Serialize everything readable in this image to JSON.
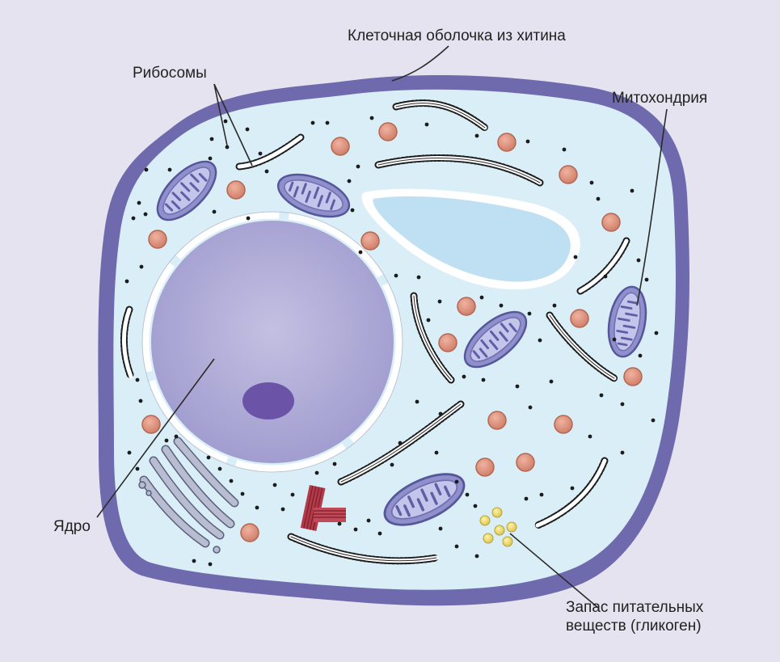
{
  "diagram": {
    "labels": {
      "cell_wall": "Клеточная оболочка из хитина",
      "ribosomes": "Рибосомы",
      "mitochondrion": "Митохондрия",
      "nucleus": "Ядро",
      "glycogen_line1": "Запас питательных",
      "glycogen_line2": "веществ (гликоген)"
    },
    "colors": {
      "background": "#e6e3f0",
      "cell_wall": "#6f6aad",
      "cytoplasm": "#d9eef6",
      "nucleus": "#a7a3d2",
      "nucleolus": "#6b54a8",
      "mitochondrion": "#8d8dc6",
      "vacuole": "#bfe0f2",
      "vesicle": "#d88f7b",
      "centriole": "#b23a49",
      "golgi": "#a5a9c2",
      "glycogen": "#e8d86a",
      "ribosome": "#1c1c1c"
    }
  }
}
